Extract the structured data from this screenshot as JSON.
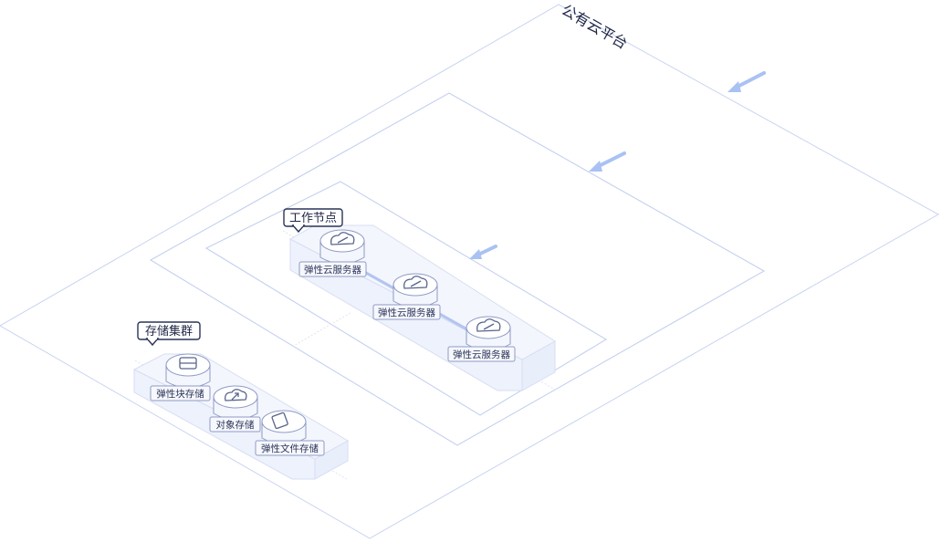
{
  "platform": {
    "title": "公有云平台"
  },
  "worker_group": {
    "callout": "工作节点",
    "nodes": [
      {
        "label": "弹性云服务器",
        "icon": "cloud-server-icon"
      },
      {
        "label": "弹性云服务器",
        "icon": "cloud-server-icon"
      },
      {
        "label": "弹性云服务器",
        "icon": "cloud-server-icon"
      }
    ]
  },
  "storage_group": {
    "callout": "存储集群",
    "nodes": [
      {
        "label": "弹性块存储",
        "icon": "block-storage-icon"
      },
      {
        "label": "对象存储",
        "icon": "object-storage-icon"
      },
      {
        "label": "弹性文件存储",
        "icon": "file-storage-icon"
      }
    ]
  },
  "colors": {
    "plane_stroke": "#c9d4f2",
    "arrow": "#a9c2f3",
    "label_border": "#8f9bc4",
    "text": "#2a3358"
  }
}
